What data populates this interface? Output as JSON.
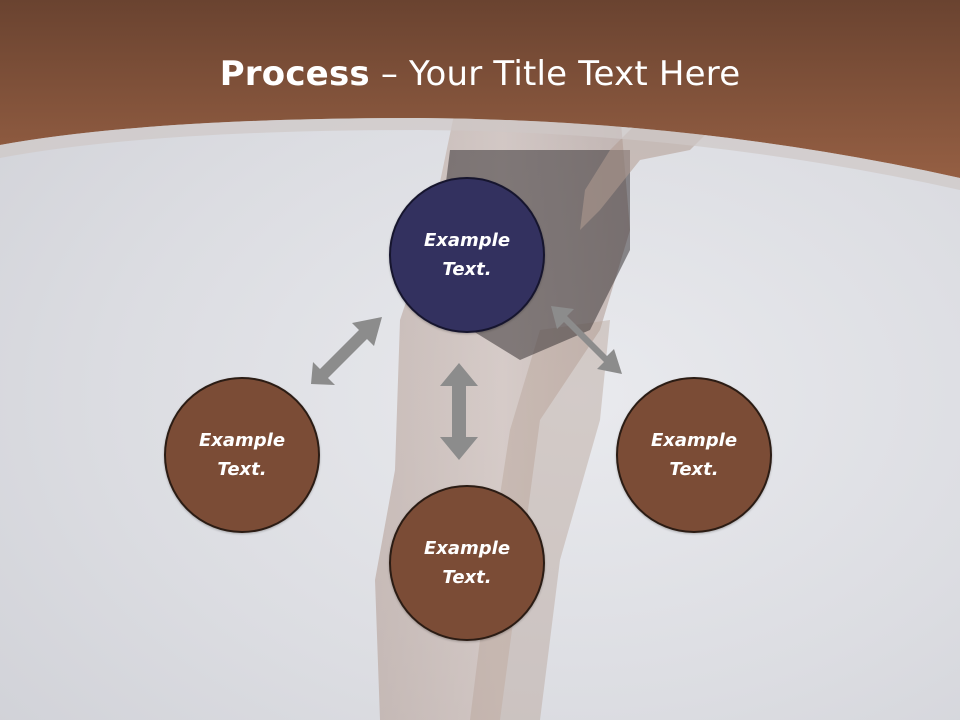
{
  "title": {
    "bold": "Process",
    "rest": " – Your Title Text Here"
  },
  "nodes": {
    "top": "Example\nText.",
    "left": "Example\nText.",
    "right": "Example\nText.",
    "bottom": "Example\nText."
  },
  "colors": {
    "header_brown": "#8a563c",
    "center_node": "#33315f",
    "outer_node": "#7b4c36",
    "arrow": "#8c8c8c"
  },
  "icons": {
    "arrow_shape": "double-headed-arrow"
  }
}
